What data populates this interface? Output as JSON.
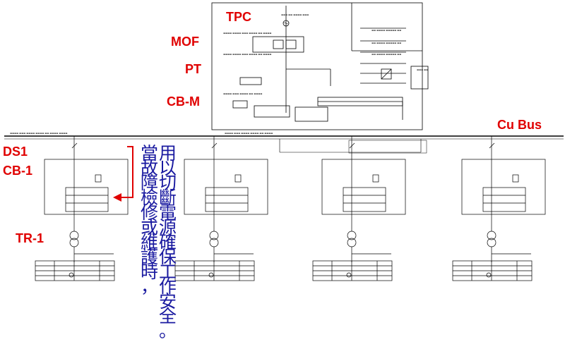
{
  "labels": {
    "tpc": "TPC",
    "mof": "MOF",
    "pt": "PT",
    "cbm": "CB-M",
    "cubus": "Cu Bus",
    "ds1": "DS1",
    "cb1": "CB-1",
    "tr1": "TR-1"
  },
  "note": {
    "col1": "用以切斷電源確保工作安全。",
    "col2": "當故障檢修或維護時，"
  },
  "colors": {
    "label": "#e00000",
    "note": "#1a1aa0",
    "arrow": "#e00000",
    "line": "#000000"
  }
}
